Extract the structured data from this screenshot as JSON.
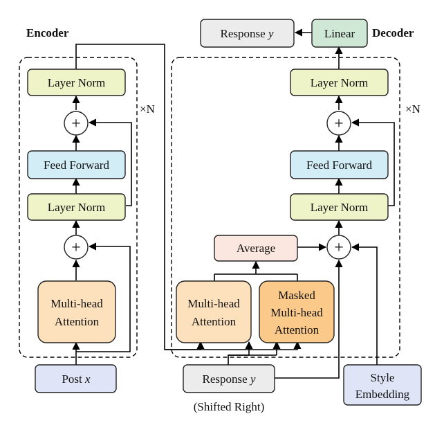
{
  "encoder": {
    "title": "Encoder",
    "repeat": "×N",
    "layer_norm_top": "Layer Norm",
    "feed_forward": "Feed Forward",
    "layer_norm_bottom": "Layer Norm",
    "attention_line1": "Multi-head",
    "attention_line2": "Attention",
    "input": {
      "text": "Post ",
      "var": "x"
    }
  },
  "decoder": {
    "title": "Decoder",
    "repeat": "×N",
    "linear": "Linear",
    "output": {
      "text": "Response ",
      "var": "y"
    },
    "layer_norm_top": "Layer Norm",
    "feed_forward": "Feed Forward",
    "layer_norm_bottom": "Layer Norm",
    "average": "Average",
    "attention_line1": "Multi-head",
    "attention_line2": "Attention",
    "masked_line1": "Masked",
    "masked_line2": "Multi-head",
    "masked_line3": "Attention",
    "input": {
      "text": "Response ",
      "var": "y"
    },
    "input_note": "(Shifted Right)",
    "style_line1": "Style",
    "style_line2": "Embedding"
  },
  "symbols": {
    "add": "+"
  },
  "colors": {
    "layer_norm": "#eef4c7",
    "feed_forward": "#d3edf7",
    "attention": "#fde0bc",
    "masked_attention": "#fbc98a",
    "average": "#fbe7df",
    "linear": "#cfe8d6",
    "response": "#ececec",
    "post": "#dfe5f7"
  }
}
